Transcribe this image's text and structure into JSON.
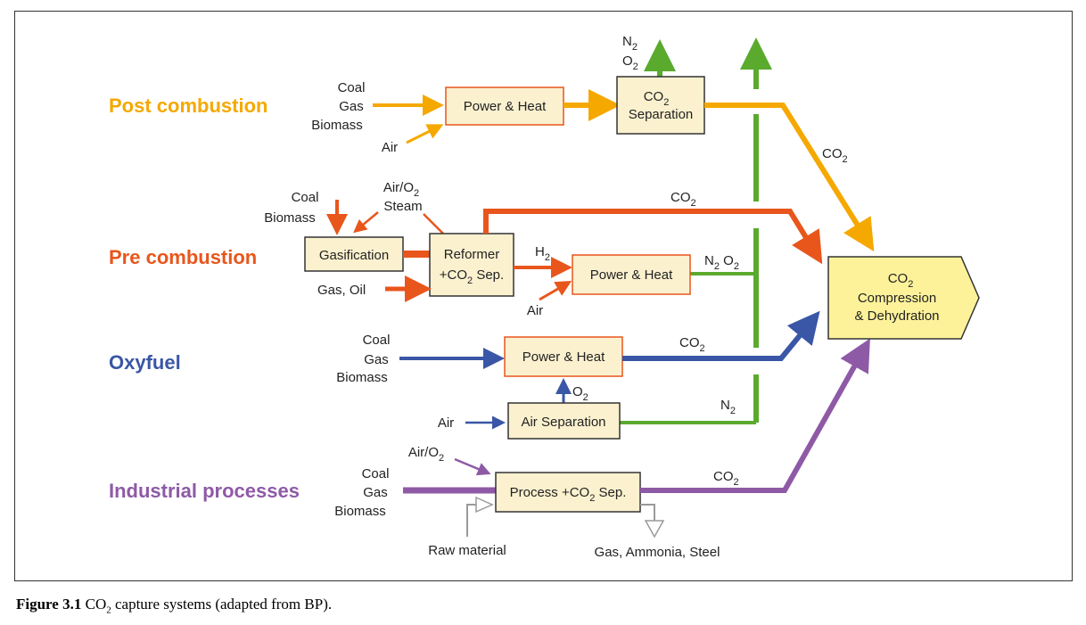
{
  "categories": {
    "post": "Post combustion",
    "pre": "Pre combustion",
    "oxy": "Oxyfuel",
    "ind": "Industrial processes"
  },
  "inputs": {
    "post_fuels": [
      "Coal",
      "Gas",
      "Biomass"
    ],
    "post_air": "Air",
    "pre_fuels": [
      "Coal",
      "Biomass"
    ],
    "pre_airo2": "Air/O",
    "pre_steam": "Steam",
    "pre_gasoil": "Gas, Oil",
    "pre_air": "Air",
    "oxy_fuels": [
      "Coal",
      "Gas",
      "Biomass"
    ],
    "oxy_air": "Air",
    "ind_airo2": "Air/O",
    "ind_fuels": [
      "Coal",
      "Gas",
      "Biomass"
    ],
    "raw_material": "Raw material",
    "products": "Gas, Ammonia, Steel"
  },
  "boxes": {
    "post_power": "Power & Heat",
    "co2_sep_top": "CO",
    "co2_sep_bottom": "Separation",
    "gasification": "Gasification",
    "reformer_top": "Reformer",
    "reformer_bottom_a": "+CO",
    "reformer_bottom_b": " Sep.",
    "pre_power": "Power & Heat",
    "oxy_power": "Power & Heat",
    "air_separation": "Air Separation",
    "process_a": "Process +CO",
    "process_b": " Sep.",
    "comp_top": "CO",
    "comp_mid": "Compression",
    "comp_bottom": "& Dehydration"
  },
  "flow_labels": {
    "n2": "N",
    "o2": "O",
    "co2": "CO",
    "h2": "H",
    "n2o2_a": "N",
    "n2o2_b": " O",
    "sub2": "2"
  },
  "caption": {
    "label": "Figure 3.1",
    "text_a": "CO",
    "sub": "2",
    "text_b": " capture systems (adapted from BP)."
  },
  "colors": {
    "post": "#f5a800",
    "pre": "#e8561c",
    "oxy": "#3a56a6",
    "ind": "#8e5aa6",
    "green": "#5aaa2e",
    "box_fill": "#fbf1cf",
    "comp_fill": "#fdf29a"
  }
}
